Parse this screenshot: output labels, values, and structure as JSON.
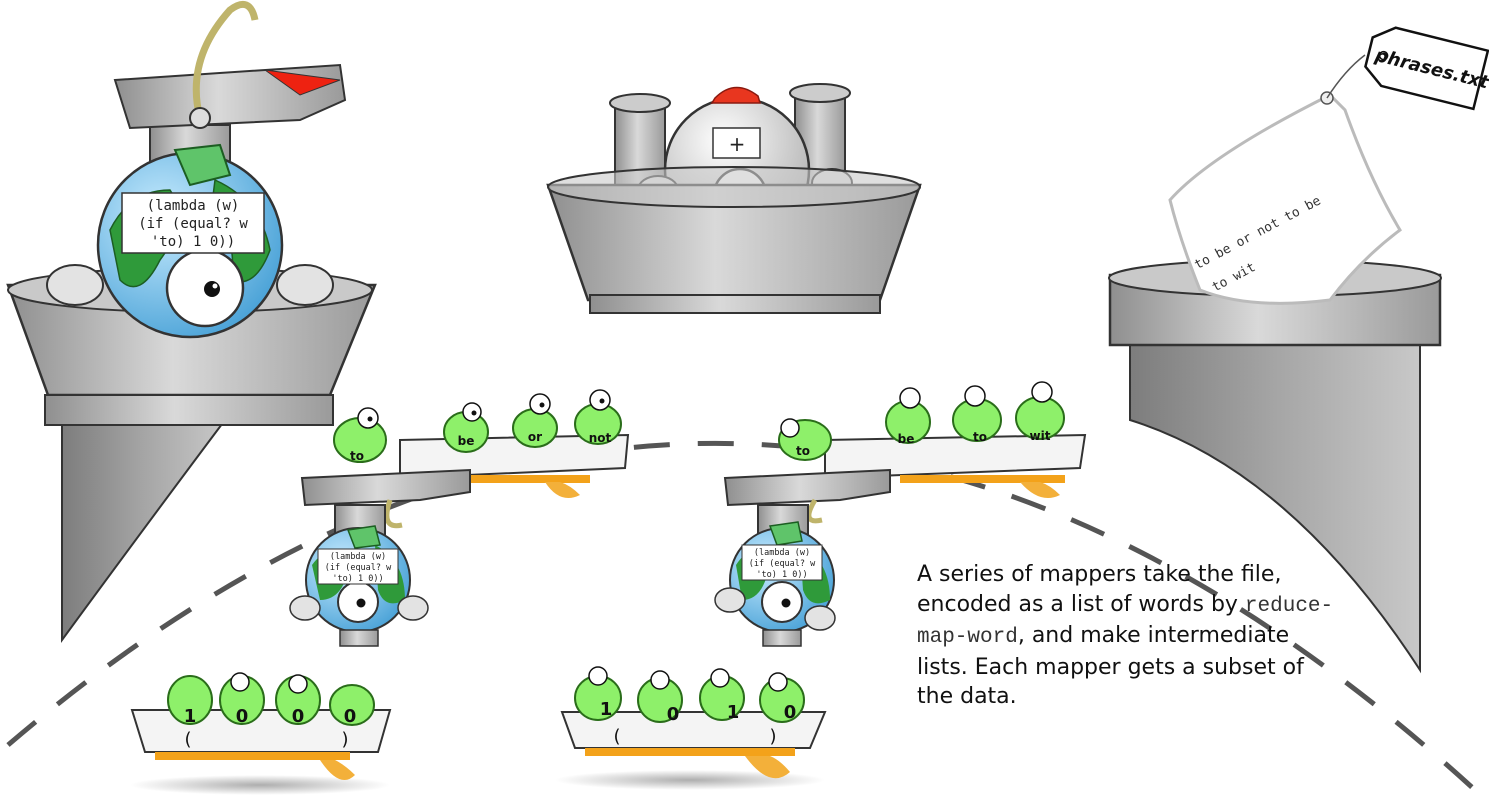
{
  "left_mapper": {
    "lambda_lines": [
      "(lambda (w)",
      "(if (equal? w",
      "'to) 1 0))"
    ]
  },
  "top_reducer": {
    "op_label": "+"
  },
  "file": {
    "tag_label": "phrases.txt",
    "line1": "to be or not to be",
    "line2": "to wit"
  },
  "mapper_a": {
    "input_words": [
      "to",
      "be",
      "or",
      "not"
    ],
    "lambda_lines": [
      "(lambda (w)",
      "(if (equal? w",
      "'to) 1 0))"
    ],
    "outputs": [
      "1",
      "0",
      "0",
      "0"
    ],
    "open_paren": "(",
    "close_paren": ")"
  },
  "mapper_b": {
    "input_words": [
      "to",
      "be",
      "to",
      "wit"
    ],
    "lambda_lines": [
      "(lambda (w)",
      "(if (equal? w",
      "'to) 1 0))"
    ],
    "outputs": [
      "1",
      "0",
      "1",
      "0"
    ],
    "open_paren": "(",
    "close_paren": ")"
  },
  "caption": {
    "part1": "A series of mappers take the file, encoded as a list of words by ",
    "code": "reduce-map-word",
    "part2": ", and make intermediate lists. Each mapper gets a subset of the data."
  },
  "colors": {
    "metal": "#b8b8b8",
    "metal_dark": "#8e8e8e",
    "frog": "#8ef06a",
    "tray_accent": "#f3a21a",
    "globe_water": "#7fc4ee",
    "globe_land": "#2f9a3a",
    "hat": "#e8361f"
  }
}
